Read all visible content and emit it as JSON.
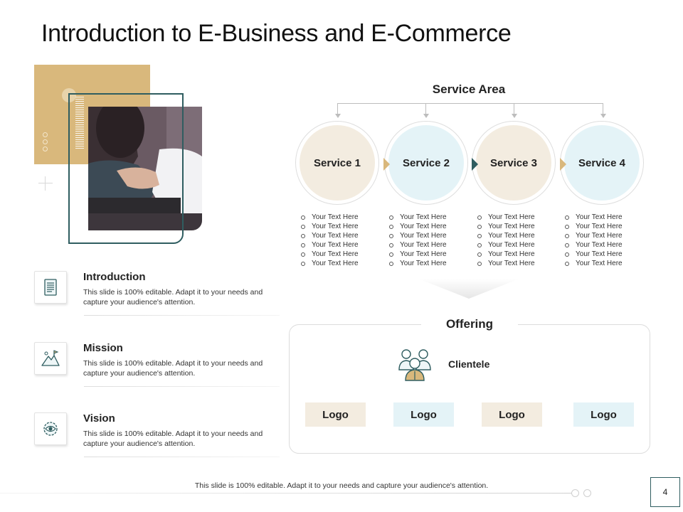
{
  "slide": {
    "title": "Introduction to E-Business and E-Commerce",
    "page_number": "4",
    "footer": "This slide is 100% editable. Adapt it to your needs and capture your audience's attention."
  },
  "colors": {
    "accent_tan": "#d9b87c",
    "accent_teal": "#2f5d60",
    "beige": "#f3ece0",
    "light_blue": "#e4f3f7"
  },
  "info_items": [
    {
      "title": "Introduction",
      "text": "This slide is 100% editable. Adapt it to your needs and capture your audience's attention.",
      "icon": "document-icon"
    },
    {
      "title": "Mission",
      "text": "This slide is 100% editable. Adapt it to your needs and capture your audience's attention.",
      "icon": "mountain-flag-icon"
    },
    {
      "title": "Vision",
      "text": "This slide is 100% editable. Adapt it to your needs and capture your audience's attention.",
      "icon": "gear-eye-icon"
    }
  ],
  "service_area": {
    "title": "Service Area",
    "services": [
      {
        "label": "Service 1",
        "bullets": [
          "Your Text Here",
          "Your Text Here",
          "Your Text Here",
          "Your Text Here",
          "Your Text Here",
          "Your Text Here"
        ]
      },
      {
        "label": "Service 2",
        "bullets": [
          "Your Text Here",
          "Your Text Here",
          "Your Text Here",
          "Your Text Here",
          "Your Text Here",
          "Your Text Here"
        ]
      },
      {
        "label": "Service 3",
        "bullets": [
          "Your Text Here",
          "Your Text Here",
          "Your Text Here",
          "Your Text Here",
          "Your Text Here",
          "Your Text Here"
        ]
      },
      {
        "label": "Service 4",
        "bullets": [
          "Your Text Here",
          "Your Text Here",
          "Your Text Here",
          "Your Text Here",
          "Your Text Here",
          "Your Text Here"
        ]
      }
    ]
  },
  "offering": {
    "title": "Offering",
    "clientele_label": "Clientele",
    "logos": [
      "Logo",
      "Logo",
      "Logo",
      "Logo"
    ]
  }
}
